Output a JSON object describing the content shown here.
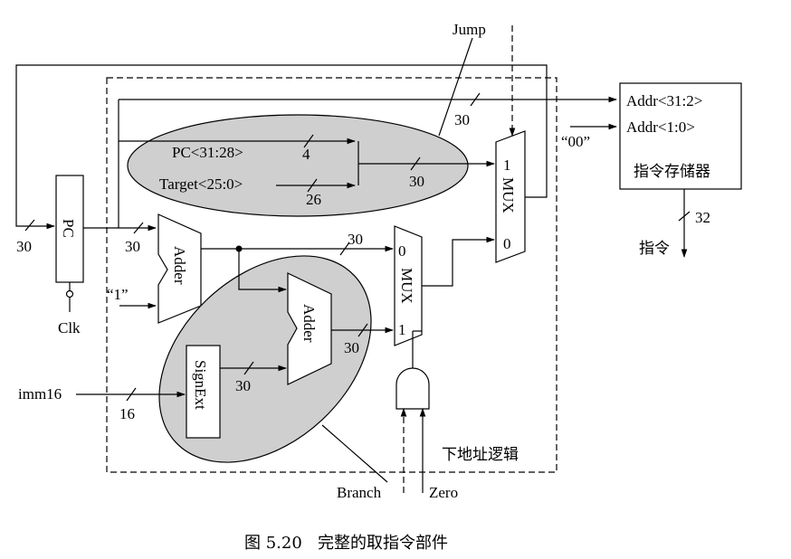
{
  "signals": {
    "jump": "Jump",
    "branch": "Branch",
    "zero": "Zero",
    "clk": "Clk",
    "imm16": "imm16",
    "one": "“1”",
    "zeros": "“00”",
    "instruction": "指令"
  },
  "blocks": {
    "pc": "PC",
    "adder": "Adder",
    "adder2": "Adder",
    "signext": "SignExt",
    "mux": "MUX",
    "mux2": "MUX",
    "next_addr_logic": "下地址逻辑"
  },
  "memory": {
    "addr_hi": "Addr<31:2>",
    "addr_lo": "Addr<1:0>",
    "name": "指令存储器"
  },
  "fields": {
    "pc_hi": "PC<31:28>",
    "target": "Target<25:0>"
  },
  "mux_inputs": {
    "mux1_in0": "0",
    "mux1_in1": "1",
    "mux2_in1": "1",
    "mux2_in0": "0"
  },
  "widths": {
    "w30_pcin": "30",
    "w30_pcout": "30",
    "w30_top": "30",
    "w4": "4",
    "w26": "26",
    "w30_concat": "30",
    "w30_adder": "30",
    "w30_adder2": "30",
    "w30_signext": "30",
    "w16": "16",
    "w32": "32"
  },
  "caption": "图 5.20   完整的取指令部件"
}
